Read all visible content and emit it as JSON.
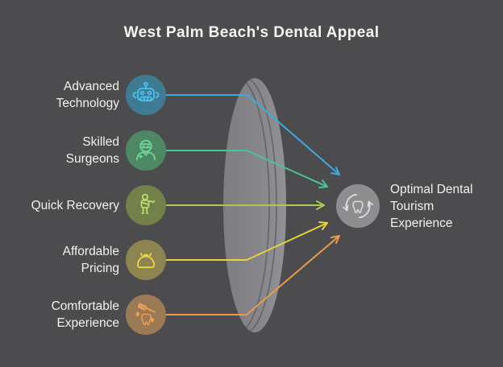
{
  "title": "West Palm Beach's Dental Appeal",
  "theme": {
    "background": "#4c4c4e",
    "text_color": "#f1f1f1",
    "lens_fill_left": "#7e7e82",
    "lens_fill_right": "#929296",
    "lens_rim_color": "#646468"
  },
  "items": [
    {
      "label": "Advanced\nTechnology",
      "icon": "robot-icon",
      "circle_color": "#3f7b93",
      "icon_color": "#4cc2ee",
      "arrow_color": "#3fa9dc"
    },
    {
      "label": "Skilled\nSurgeons",
      "icon": "surgeon-icon",
      "circle_color": "#4e8763",
      "icon_color": "#6fd496",
      "arrow_color": "#4cc394"
    },
    {
      "label": "Quick Recovery",
      "icon": "recovering-person-icon",
      "circle_color": "#73804a",
      "icon_color": "#b8dc6a",
      "arrow_color": "#a9c953"
    },
    {
      "label": "Affordable\nPricing",
      "icon": "purse-icon",
      "circle_color": "#8d8450",
      "icon_color": "#ecd94a",
      "arrow_color": "#e6d23d"
    },
    {
      "label": "Comfortable\nExperience",
      "icon": "tooth-brush-icon",
      "circle_color": "#9c7a55",
      "icon_color": "#eda55c",
      "arrow_color": "#e89a4e"
    }
  ],
  "result": {
    "label": "Optimal Dental\nTourism\nExperience",
    "icon": "dental-cycle-icon",
    "circle_color": "#8e8e90",
    "icon_color": "#dddddf"
  }
}
